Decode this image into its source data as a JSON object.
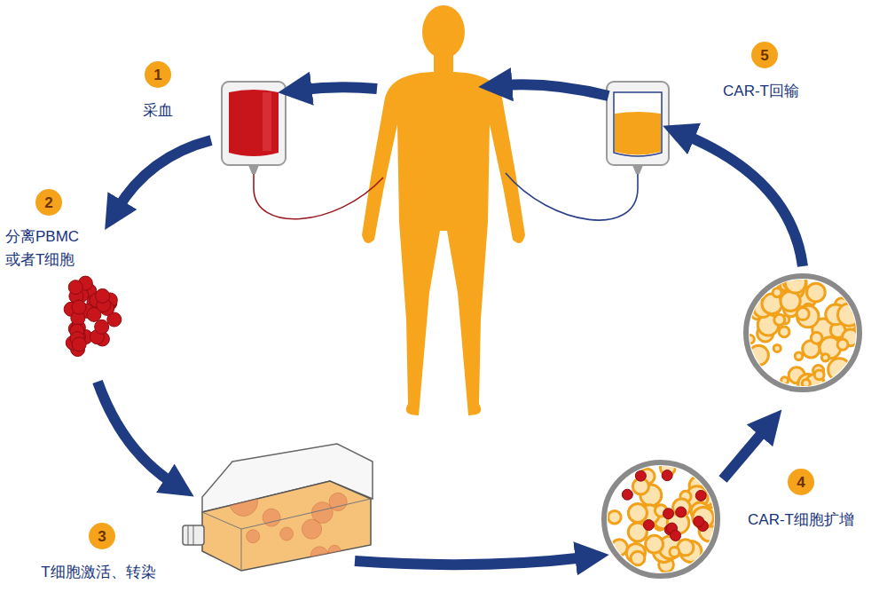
{
  "diagram": {
    "nodes": [
      {
        "text": [
          "1",
          "采血"
        ]
      },
      {
        "text": [
          "2",
          "分离PBMC 或者T细胞"
        ]
      },
      {
        "text": [
          "3",
          "T细胞激活、转染"
        ]
      },
      {
        "text": [
          "4",
          "CAR-T细胞扩增"
        ]
      },
      {
        "text": [
          "5",
          "CAR-T回输"
        ]
      }
    ]
  }
}
